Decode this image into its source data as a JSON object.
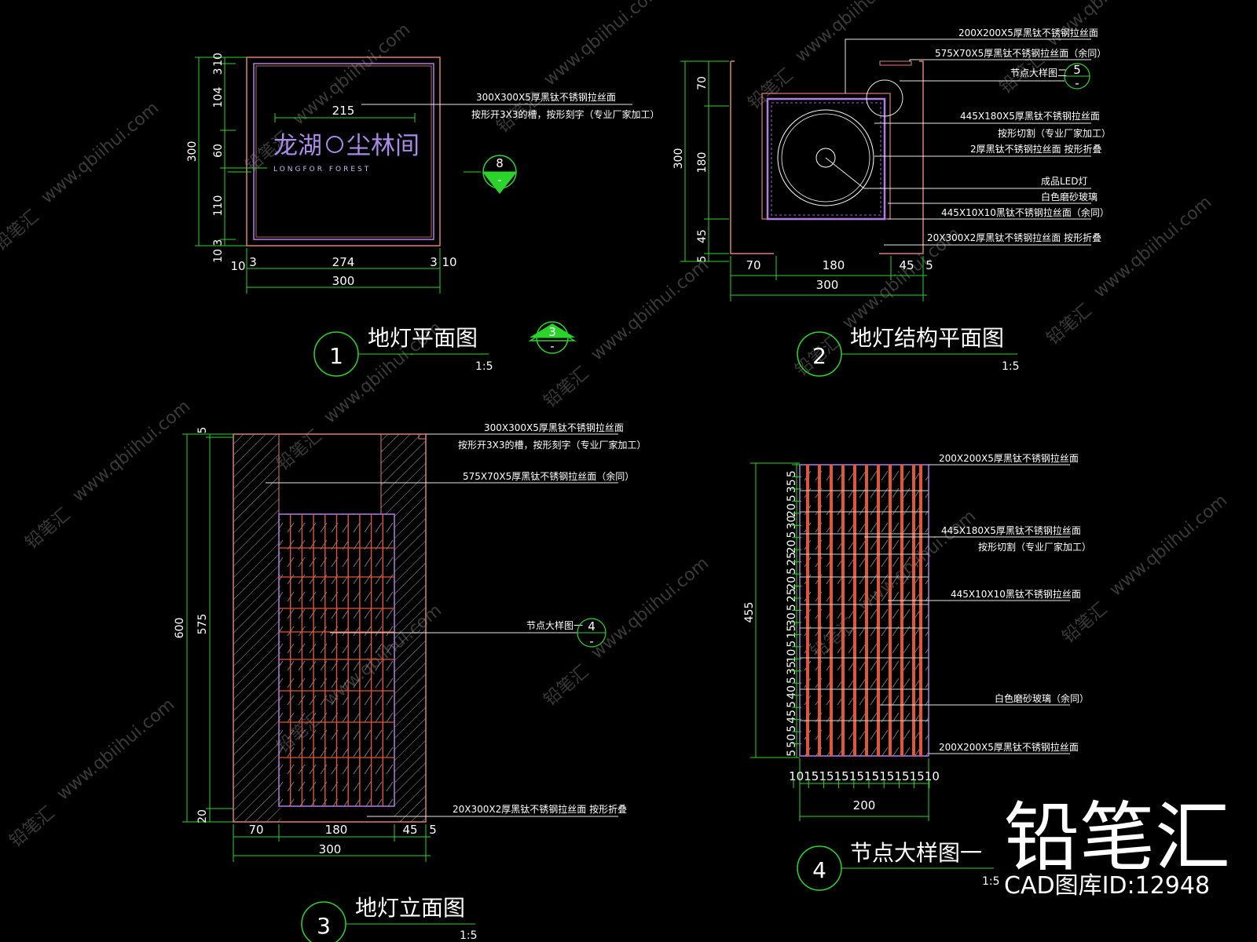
{
  "colors": {
    "background": "#000000",
    "dimension": "#2bd42b",
    "outline": "#d98078",
    "inner_outline": "#b07ee0",
    "text": "#ffffff",
    "grid": "#e0563a",
    "watermark": "#3a3a3a"
  },
  "watermarks": {
    "site": "www.qbiihui.com",
    "mark": "铅笔汇"
  },
  "brand": {
    "name": "铅笔汇",
    "id_label": "CAD图库ID:12948"
  },
  "view1": {
    "title": "地灯平面图",
    "number": "1",
    "scale": "1:5",
    "logo_cn": "龙湖",
    "logo_cn2": "尘林间",
    "logo_en": "LONGFOR   FOREST",
    "marker_8": "8",
    "marker_3": "3",
    "marker_dash": "-",
    "dims_left": [
      "10",
      "3",
      "104",
      "60",
      "110",
      "3",
      "10"
    ],
    "dim_left_total": "300",
    "dim_top": "215",
    "dims_bottom": [
      "10",
      "3",
      "274",
      "3",
      "10"
    ],
    "dim_bottom_total": "300",
    "notes": [
      "300X300X5厚黑钛不锈钢拉丝面",
      "按形开3X3的槽，按形刻字（专业厂家加工）"
    ]
  },
  "view2": {
    "title": "地灯结构平面图",
    "number": "2",
    "scale": "1:5",
    "dims_left": [
      "70",
      "180",
      "45",
      "5"
    ],
    "dim_left_total": "300",
    "dims_bottom": [
      "70",
      "180",
      "45",
      "5"
    ],
    "dim_bottom_total": "300",
    "detail_ref": "节点大样图二",
    "detail_no": "5",
    "notes": [
      "200X200X5厚黑钛不锈钢拉丝面",
      "575X70X5厚黑钛不锈钢拉丝面（余同）",
      "445X180X5厚黑钛不锈钢拉丝面",
      "按形切割（专业厂家加工）",
      "2厚黑钛不锈钢拉丝面  按形折叠",
      "成品LED灯",
      "白色磨砂玻璃",
      "445X10X10黑钛不锈钢拉丝面（余同）",
      "20X300X2厚黑钛不锈钢拉丝面  按形折叠"
    ]
  },
  "view3": {
    "title": "地灯立面图",
    "number": "3",
    "scale": "1:5",
    "dim_total": "600",
    "dim_575": "575",
    "dim_top": "5",
    "dim_bottom": "20",
    "dims_bottom": [
      "70",
      "180",
      "45",
      "5"
    ],
    "dim_bottom_total": "300",
    "detail_ref": "节点大样图一",
    "detail_no": "4",
    "notes": [
      "300X300X5厚黑钛不锈钢拉丝面",
      "按形开3X3的槽，按形刻字（专业厂家加工）",
      "575X70X5厚黑钛不锈钢拉丝面（余同）",
      "20X300X2厚黑钛不锈钢拉丝面  按形折叠"
    ]
  },
  "view4": {
    "title": "节点大样图一",
    "number": "4",
    "scale": "1:5",
    "dim_total": "455",
    "dims_left": [
      "5",
      "35",
      "5",
      "20",
      "30",
      "5",
      "20",
      "25",
      "5",
      "20",
      "25",
      "5",
      "30",
      "15",
      "5",
      "10",
      "35",
      "5",
      "40",
      "5",
      "45",
      "5",
      "50",
      "5"
    ],
    "dims_bottom": [
      "10",
      "15",
      "15",
      "15",
      "15",
      "15",
      "15",
      "15",
      "15",
      "10"
    ],
    "dim_bottom_total": "200",
    "notes": [
      "200X200X5厚黑钛不锈钢拉丝面",
      "445X180X5厚黑钛不锈钢拉丝面",
      "按形切割（专业厂家加工）",
      "445X10X10黑钛不锈钢拉丝面",
      "白色磨砂玻璃（余同）",
      "200X200X5厚黑钛不锈钢拉丝面"
    ]
  }
}
